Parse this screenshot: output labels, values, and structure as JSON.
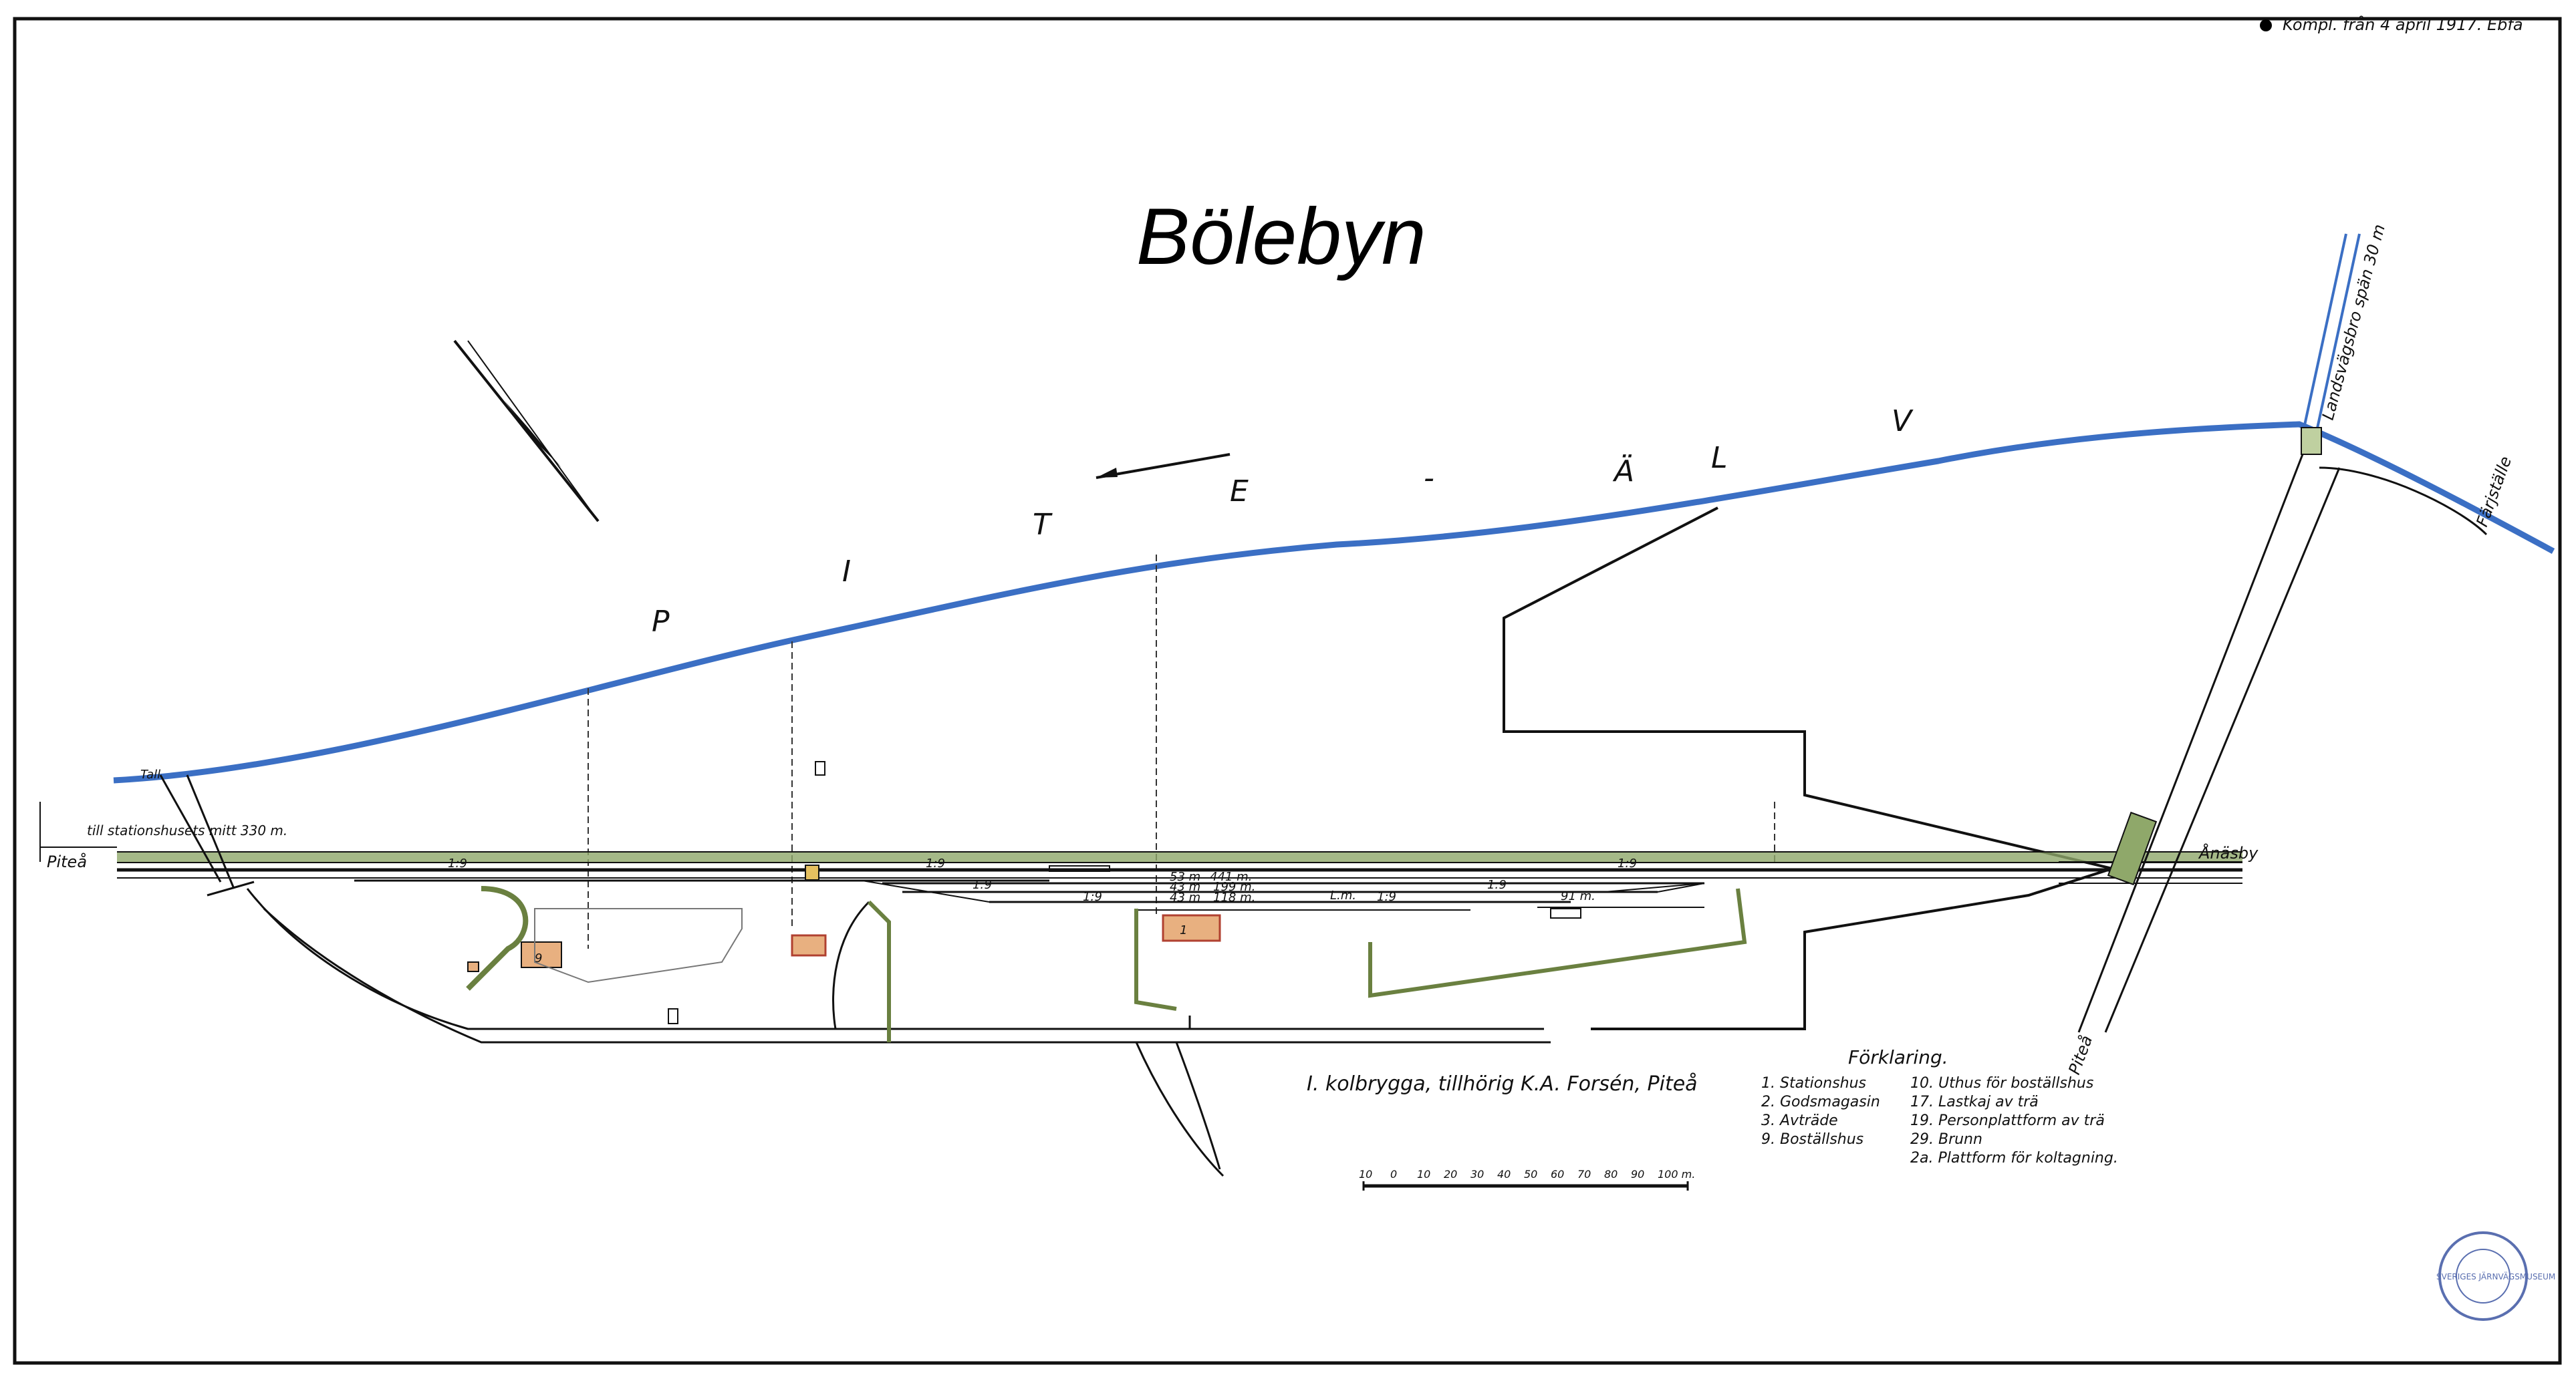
{
  "title": "Bölebyn",
  "river": {
    "letters": [
      "P",
      "I",
      "T",
      "E",
      "-",
      "Ä",
      "L",
      "V"
    ],
    "color": "#3b6fc4"
  },
  "annotation_top_right": "Kompl. från 4 april 1917. Ebfa",
  "distance_note": "till stationshusets mitt 330 m.",
  "place_labels": {
    "left_town": "Piteå",
    "right_town": "Ånäsby",
    "diagonal_road_south": "Piteå",
    "landsvag": "Landsvägsbro spän 30 m",
    "farjstalle": "Färjställe",
    "bridge_label": "Tall"
  },
  "track_labels": {
    "g1": "1:9",
    "g2": "1:9",
    "g3": "1:9",
    "g4": "1:9",
    "g5": "1:9",
    "g6": "1:9",
    "g7": "1:9",
    "len_441": "441 m.",
    "len_199": "199 m.",
    "len_118": "118 m.",
    "len_91": "91 m.",
    "m53": "53 m",
    "m43a": "43 m",
    "m43b": "43 m",
    "lm": "L.m."
  },
  "building_numbers": {
    "b9": "9",
    "b1": "1"
  },
  "coalbridge_note": "I. kolbrygga, tillhörig K.A. Forsén, Piteå",
  "legend": {
    "title": "Förklaring.",
    "col1": [
      "1. Stationshus",
      "2. Godsmagasin",
      "3. Avträde",
      "9. Boställshus"
    ],
    "col2": [
      "10. Uthus för boställshus",
      "17. Lastkaj av trä",
      "19. Personplattform av trä",
      "29. Brunn",
      "2a. Plattform för koltagning."
    ]
  },
  "scale_bar": {
    "labels": [
      "10",
      "0",
      "10",
      "20",
      "30",
      "40",
      "50",
      "60",
      "70",
      "80",
      "90",
      "100 m."
    ]
  },
  "stamp_text": "SVERIGES JÄRNVÄGSMUSEUM",
  "colors": {
    "line": "#1a1a1a",
    "river": "#3b6fc4",
    "embankment": "#8fa86a",
    "building": "#e8b080",
    "roof": "#b04030",
    "stamp": "#5a6fb0"
  }
}
